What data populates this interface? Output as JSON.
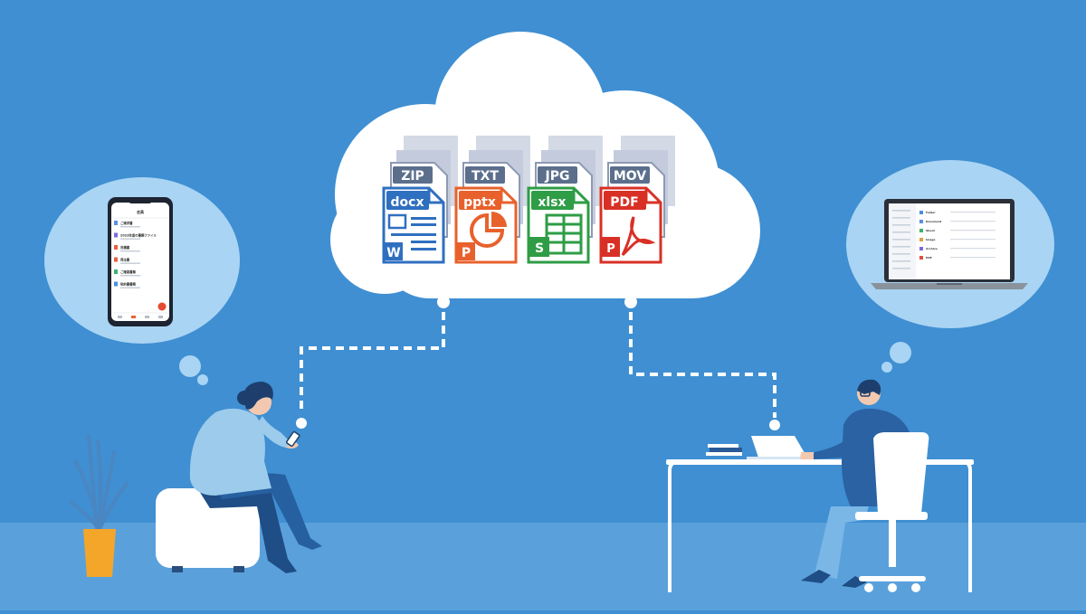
{
  "files": {
    "back_labels": [
      "ZIP",
      "TXT",
      "JPG",
      "MOV"
    ],
    "front_labels": [
      "docx",
      "pptx",
      "xlsx",
      "PDF"
    ]
  },
  "colors": {
    "background": "#3f8fd2",
    "floor": "#5aa1dc",
    "cloud": "#ffffff",
    "bubble": "#a9d4f3",
    "docx": "#2f6fc0",
    "pptx": "#e8612c",
    "xlsx": "#2e9d45",
    "pdf": "#d93026",
    "back_label": "#5b6f8d"
  },
  "phone_screen": {
    "header": "会員",
    "list_items": [
      "ご請求書",
      "2023年度の書類ファイル",
      "見積書",
      "発注書",
      "ご確認書類",
      "契約書書類"
    ]
  },
  "laptop_screen": {
    "rows": [
      "Folder",
      "Document",
      "Sheet",
      "Image",
      "Archive",
      "PDF"
    ]
  }
}
